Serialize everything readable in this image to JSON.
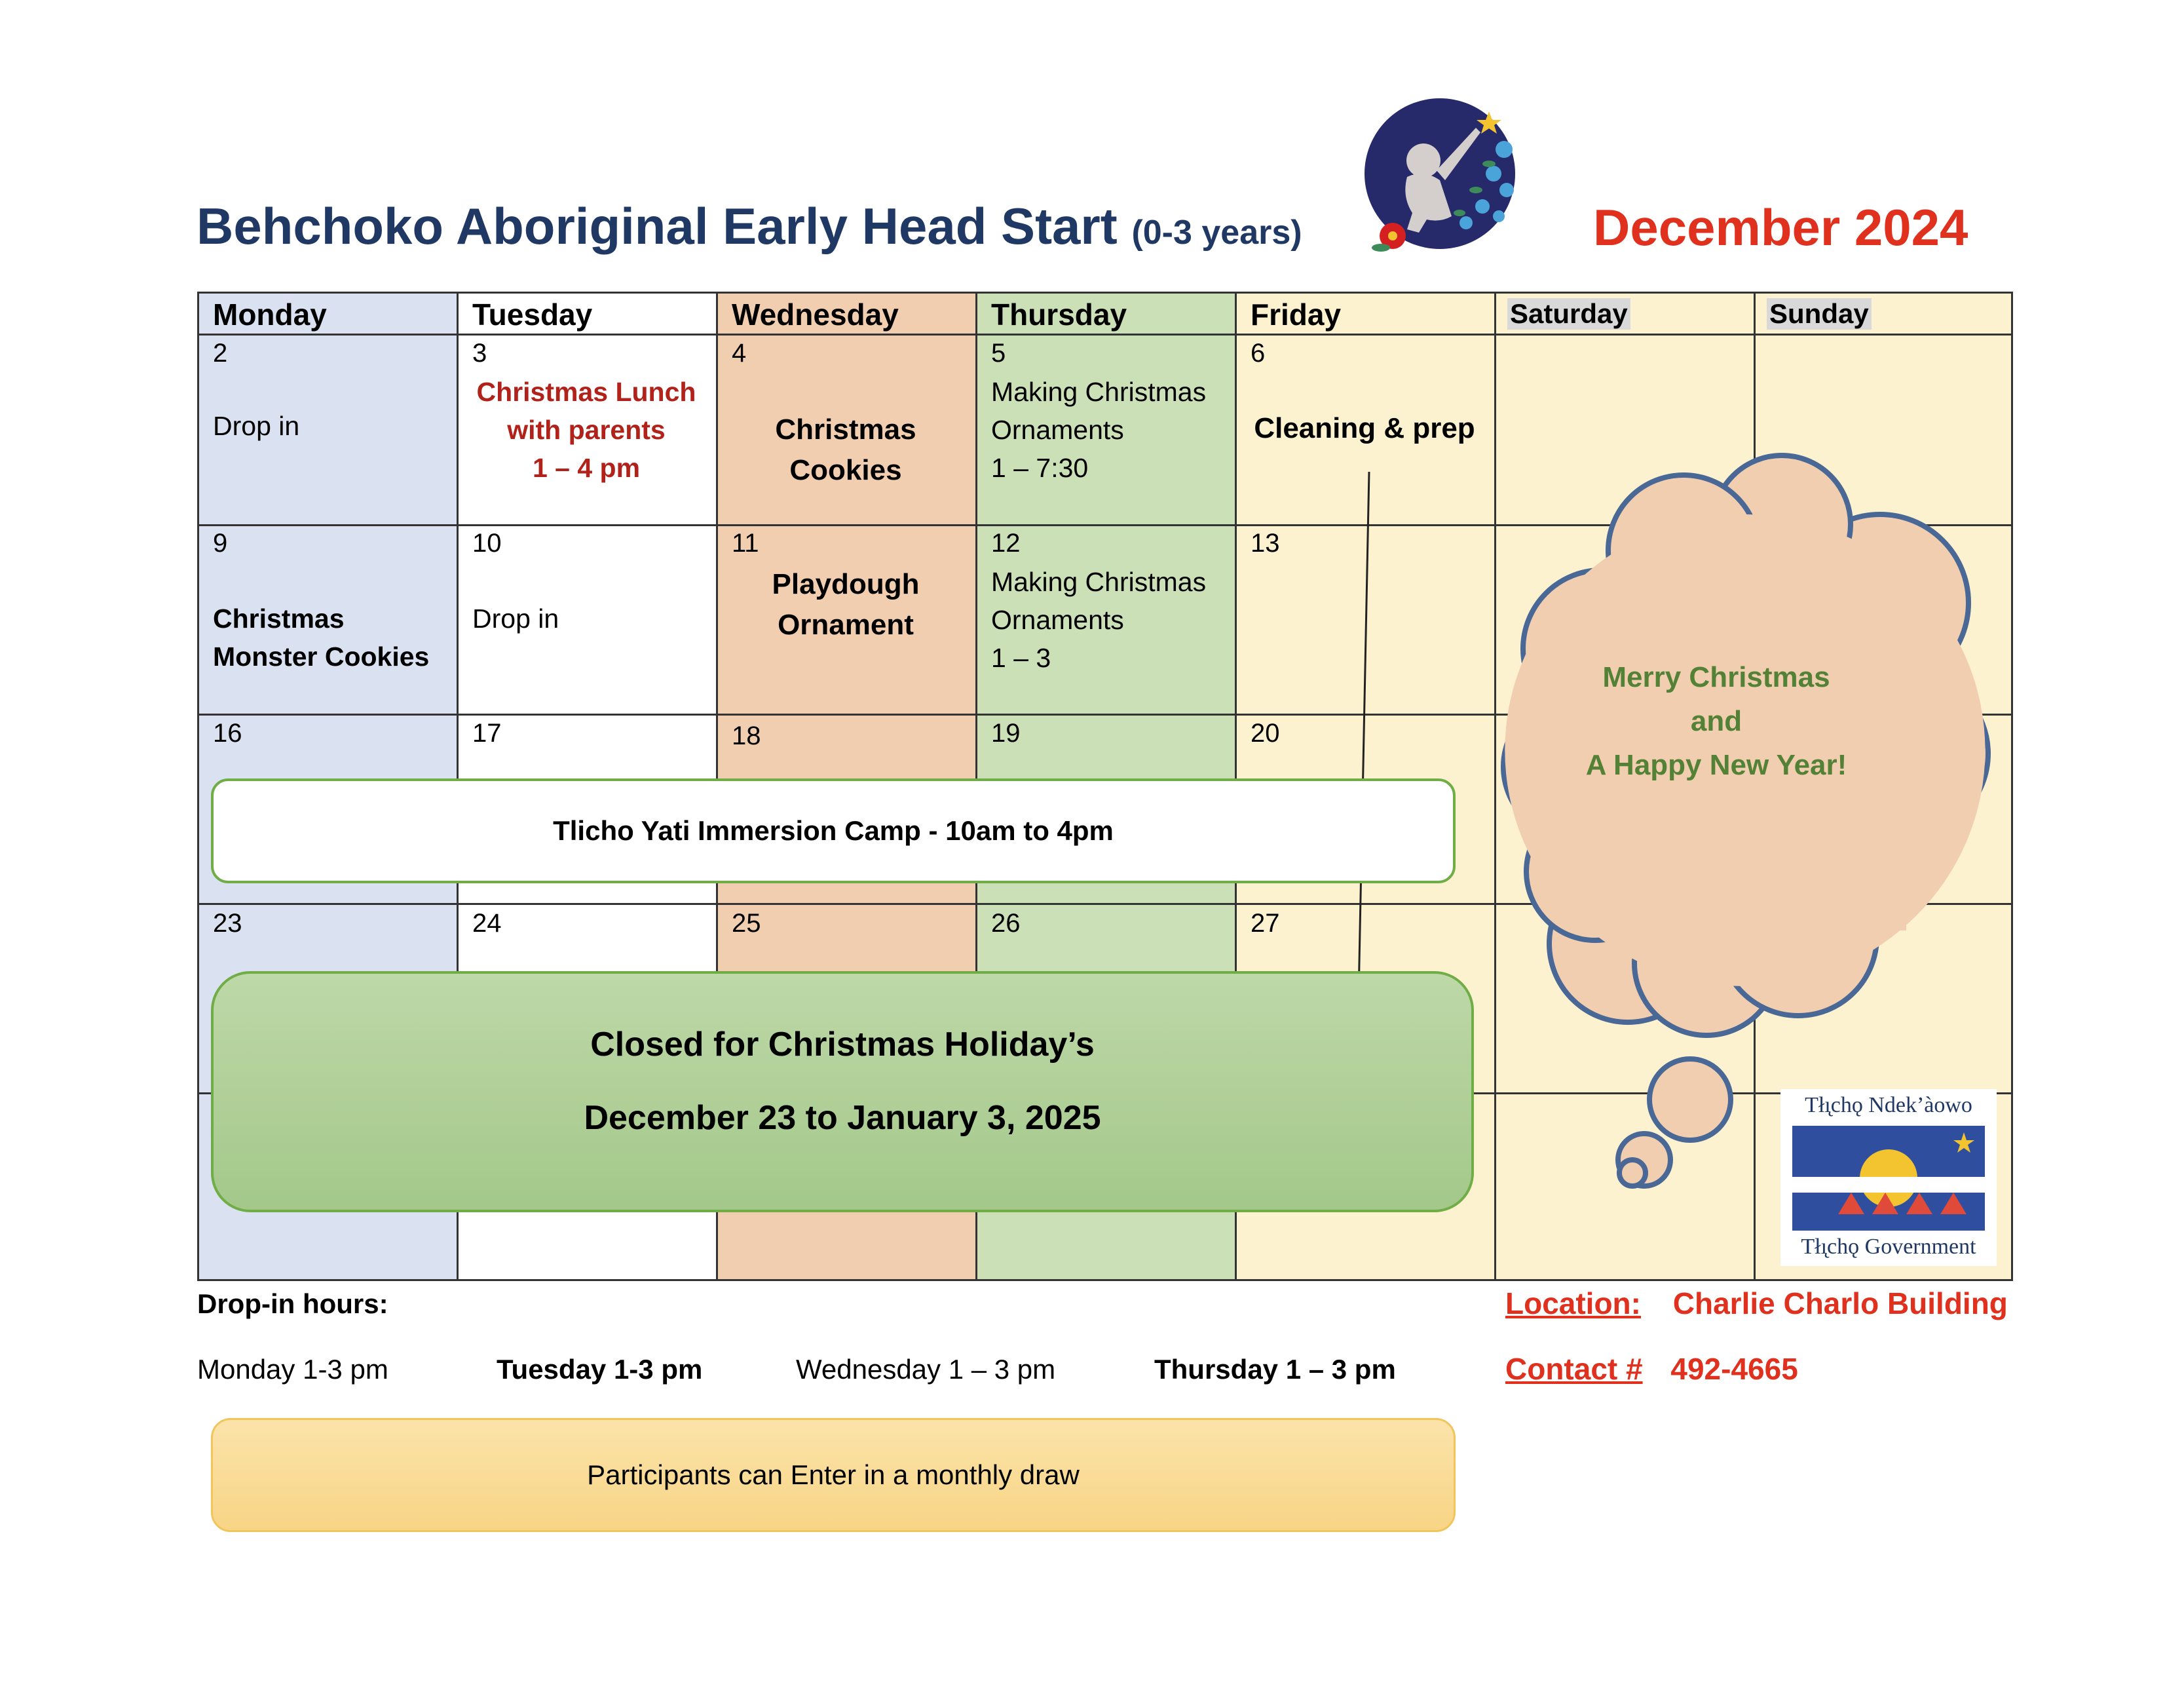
{
  "header": {
    "title_main": "Behchoko Aboriginal Early Head Start",
    "title_sub": "(0-3 years)",
    "month": "December 2024"
  },
  "colors": {
    "monday": "#dae1f1",
    "tuesday": "#ffffff",
    "wednesday": "#f2ceb1",
    "thursday": "#cce0b8",
    "friday": "#fdf2cf",
    "weekend": "#fdf2cf",
    "title": "#1f3864",
    "month": "#e0301e"
  },
  "days": [
    "Monday",
    "Tuesday",
    "Wednesday",
    "Thursday",
    "Friday",
    "Saturday",
    "Sunday"
  ],
  "weeks": [
    {
      "nums": [
        "2",
        "3",
        "4",
        "5",
        "6"
      ],
      "mon": "Drop in",
      "tue": [
        "Christmas Lunch",
        "with parents",
        "1 – 4 pm"
      ],
      "wed": [
        "Christmas",
        "Cookies"
      ],
      "thu": [
        "Making Christmas",
        "Ornaments",
        "1 – 7:30"
      ],
      "fri": "Cleaning & prep"
    },
    {
      "nums": [
        "9",
        "10",
        "11",
        "12",
        "13"
      ],
      "mon": [
        "Christmas",
        "Monster Cookies"
      ],
      "tue": "Drop in",
      "wed": [
        "Playdough",
        "Ornament"
      ],
      "thu": [
        "Making Christmas",
        "Ornaments",
        "1 – 3"
      ]
    },
    {
      "nums": [
        "16",
        "17",
        "18",
        "19",
        "20"
      ]
    },
    {
      "nums": [
        "23",
        "24",
        "25",
        "26",
        "27"
      ]
    }
  ],
  "camp_banner": "Tlicho Yati Immersion Camp - 10am to 4pm",
  "closed_banner": {
    "line1": "Closed for Christmas Holiday’s",
    "line2": "December 23 to January 3, 2025"
  },
  "cloud": [
    "Merry Christmas",
    "and",
    "A Happy New Year!"
  ],
  "tlicho_logo": {
    "top": "Tłı̨chǫ Ndek’àowo",
    "bottom": "Tłı̨chǫ Government"
  },
  "footer": {
    "drop_title": "Drop-in hours:",
    "hours": [
      "Monday 1-3 pm",
      "Tuesday 1-3 pm",
      "Wednesday 1 – 3 pm",
      "Thursday 1 – 3 pm"
    ],
    "location_label": "Location:",
    "location_value": "Charlie Charlo Building",
    "contact_label": "Contact #",
    "contact_value": "492-4665",
    "draw": "Participants can Enter in a monthly draw"
  }
}
